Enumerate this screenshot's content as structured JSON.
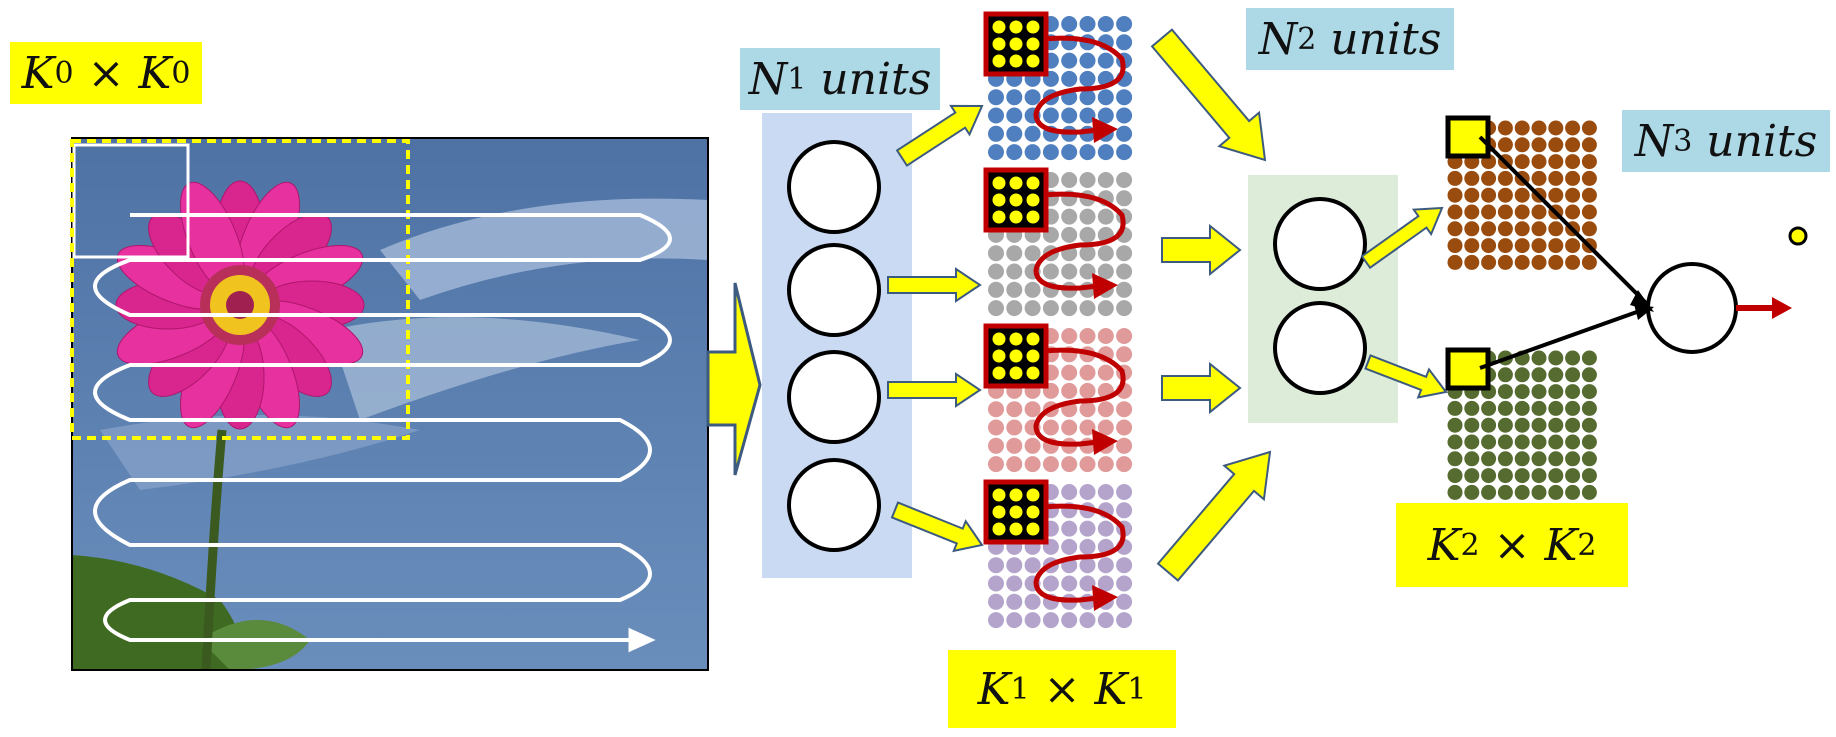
{
  "labels": {
    "k0": {
      "var": "K",
      "sub": "0",
      "op": "×"
    },
    "k1": {
      "var": "K",
      "sub": "1",
      "op": "×"
    },
    "k2": {
      "var": "K",
      "sub": "2",
      "op": "×"
    },
    "n1": {
      "var": "N",
      "sub": "1",
      "word": "units"
    },
    "n2": {
      "var": "N",
      "sub": "2",
      "word": "units"
    },
    "n3": {
      "var": "N",
      "sub": "3",
      "word": "units"
    }
  },
  "colors": {
    "label_yellow": "#ffff00",
    "label_blue": "#add8e6",
    "sky": "#5a7fae",
    "petal": "#e6319f",
    "flower_center": "#f0c31f",
    "layer1_panel": "#c9daf2",
    "layer2_panel": "#dcecd8",
    "grid_blue": "#4f7fbf",
    "grid_gray": "#a8a8a8",
    "grid_pink": "#e09a9a",
    "grid_purple": "#b4a4cc",
    "grid_brown": "#9a4c0e",
    "grid_green": "#556b2f",
    "arrow_yellow": "#ffff00",
    "arrow_outline": "#3d5a80",
    "scan_red": "#c00000",
    "kernel_red": "#c00000"
  },
  "icons": [
    "scan-path-arrow",
    "kernel-window",
    "neuron-circle",
    "flow-arrow"
  ]
}
